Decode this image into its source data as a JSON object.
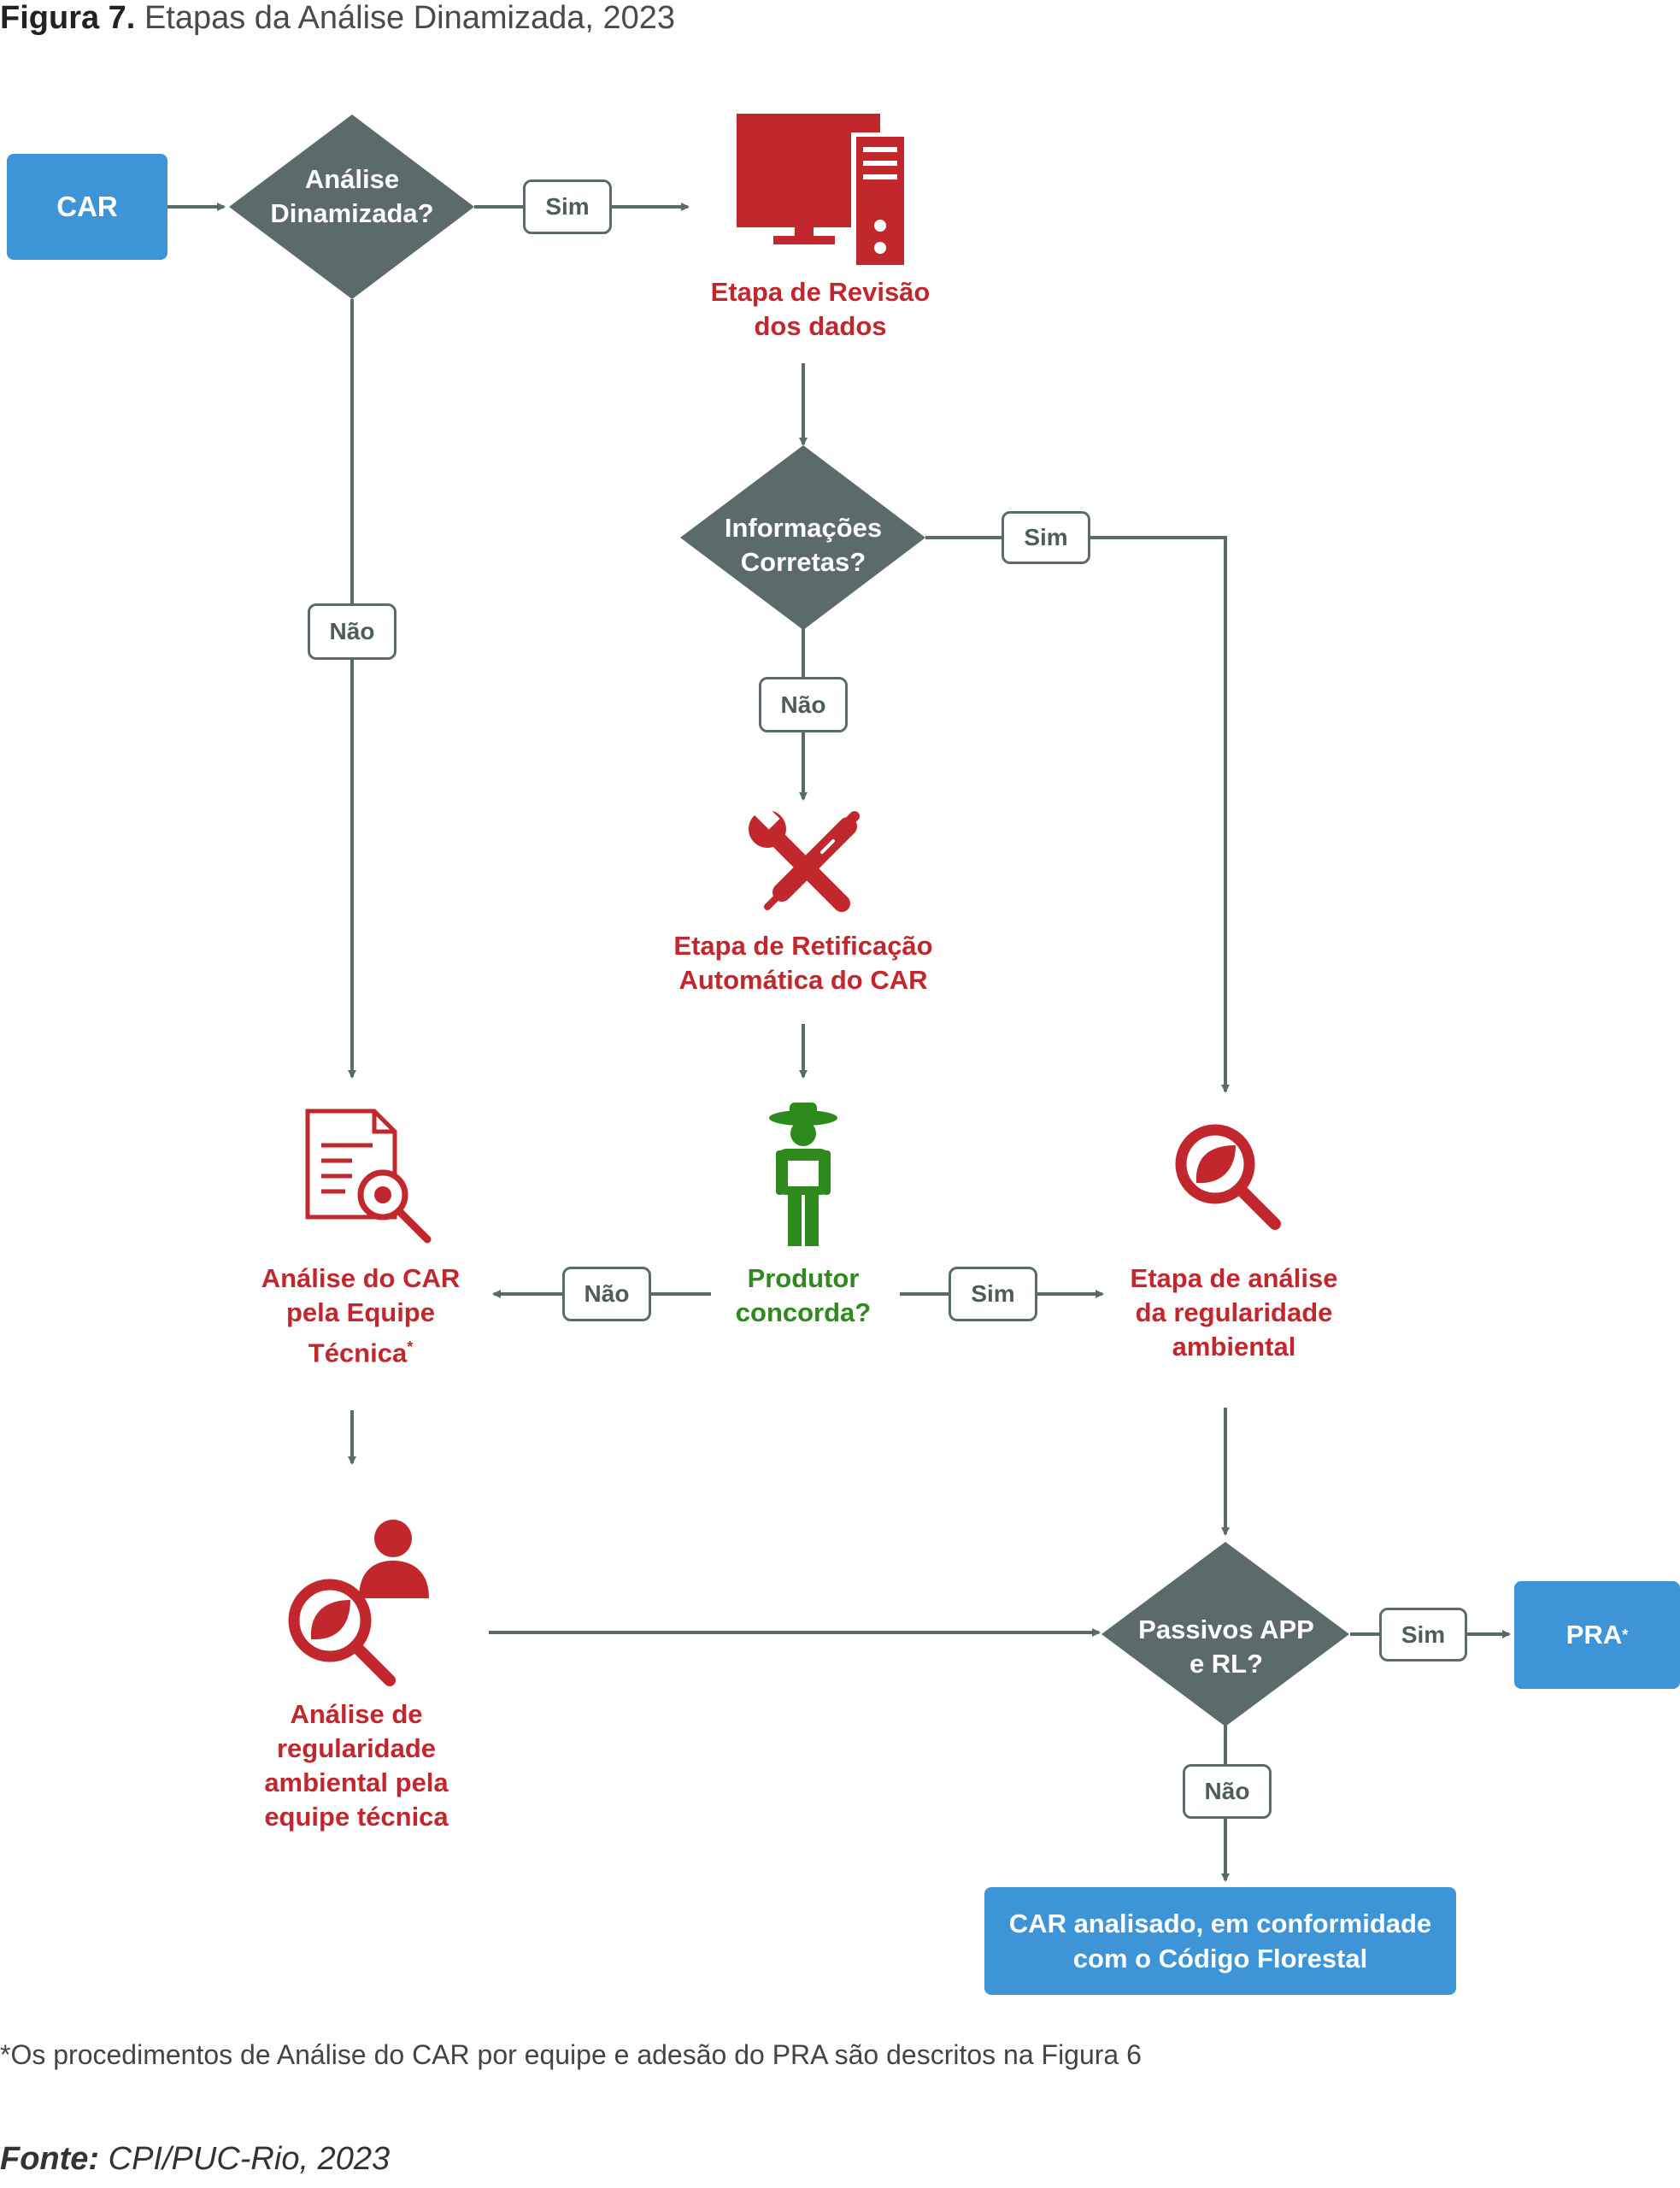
{
  "title": {
    "label": "Figura 7.",
    "text": "Etapas da Análise Dinamizada, 2023"
  },
  "nodes": {
    "car": "CAR",
    "dec_analise_1": "Análise",
    "dec_analise_2": "Dinamizada?",
    "revisao_1": "Etapa de Revisão",
    "revisao_2": "dos dados",
    "dec_info_1": "Informações",
    "dec_info_2": "Corretas?",
    "retificacao_1": "Etapa de Retificação",
    "retificacao_2": "Automática do CAR",
    "equipe_1": "Análise do CAR",
    "equipe_2": "pela Equipe",
    "equipe_3": "Técnica",
    "equipe_star": "*",
    "produtor_1": "Produtor",
    "produtor_2": "concorda?",
    "regularidade_1": "Etapa de análise",
    "regularidade_2": "da regularidade",
    "regularidade_3": "ambiental",
    "reg_equipe_1": "Análise de",
    "reg_equipe_2": "regularidade",
    "reg_equipe_3": "ambiental pela",
    "reg_equipe_4": "equipe técnica",
    "dec_passivos_1": "Passivos APP",
    "dec_passivos_2": "e RL?",
    "pra": "PRA",
    "pra_star": "*",
    "final_1": "CAR analisado, em conformidade",
    "final_2": "com o Código Florestal"
  },
  "edges": {
    "sim": "Sim",
    "nao": "Não"
  },
  "icons": {
    "computer": "computer-icon",
    "tools": "wrench-screwdriver-icon",
    "farmer": "farmer-icon",
    "document": "document-search-icon",
    "leaf_search": "leaf-magnifier-icon",
    "person_search": "person-leaf-magnifier-icon"
  },
  "colors": {
    "blue": "#3d95d8",
    "gray": "#5b6a6a",
    "red": "#c1272d",
    "green": "#2f8a1e"
  },
  "footnote": "*Os procedimentos de Análise do CAR por equipe e adesão do PRA são descritos na Figura 6",
  "source": {
    "label": "Fonte:",
    "text": "CPI/PUC-Rio, 2023"
  }
}
